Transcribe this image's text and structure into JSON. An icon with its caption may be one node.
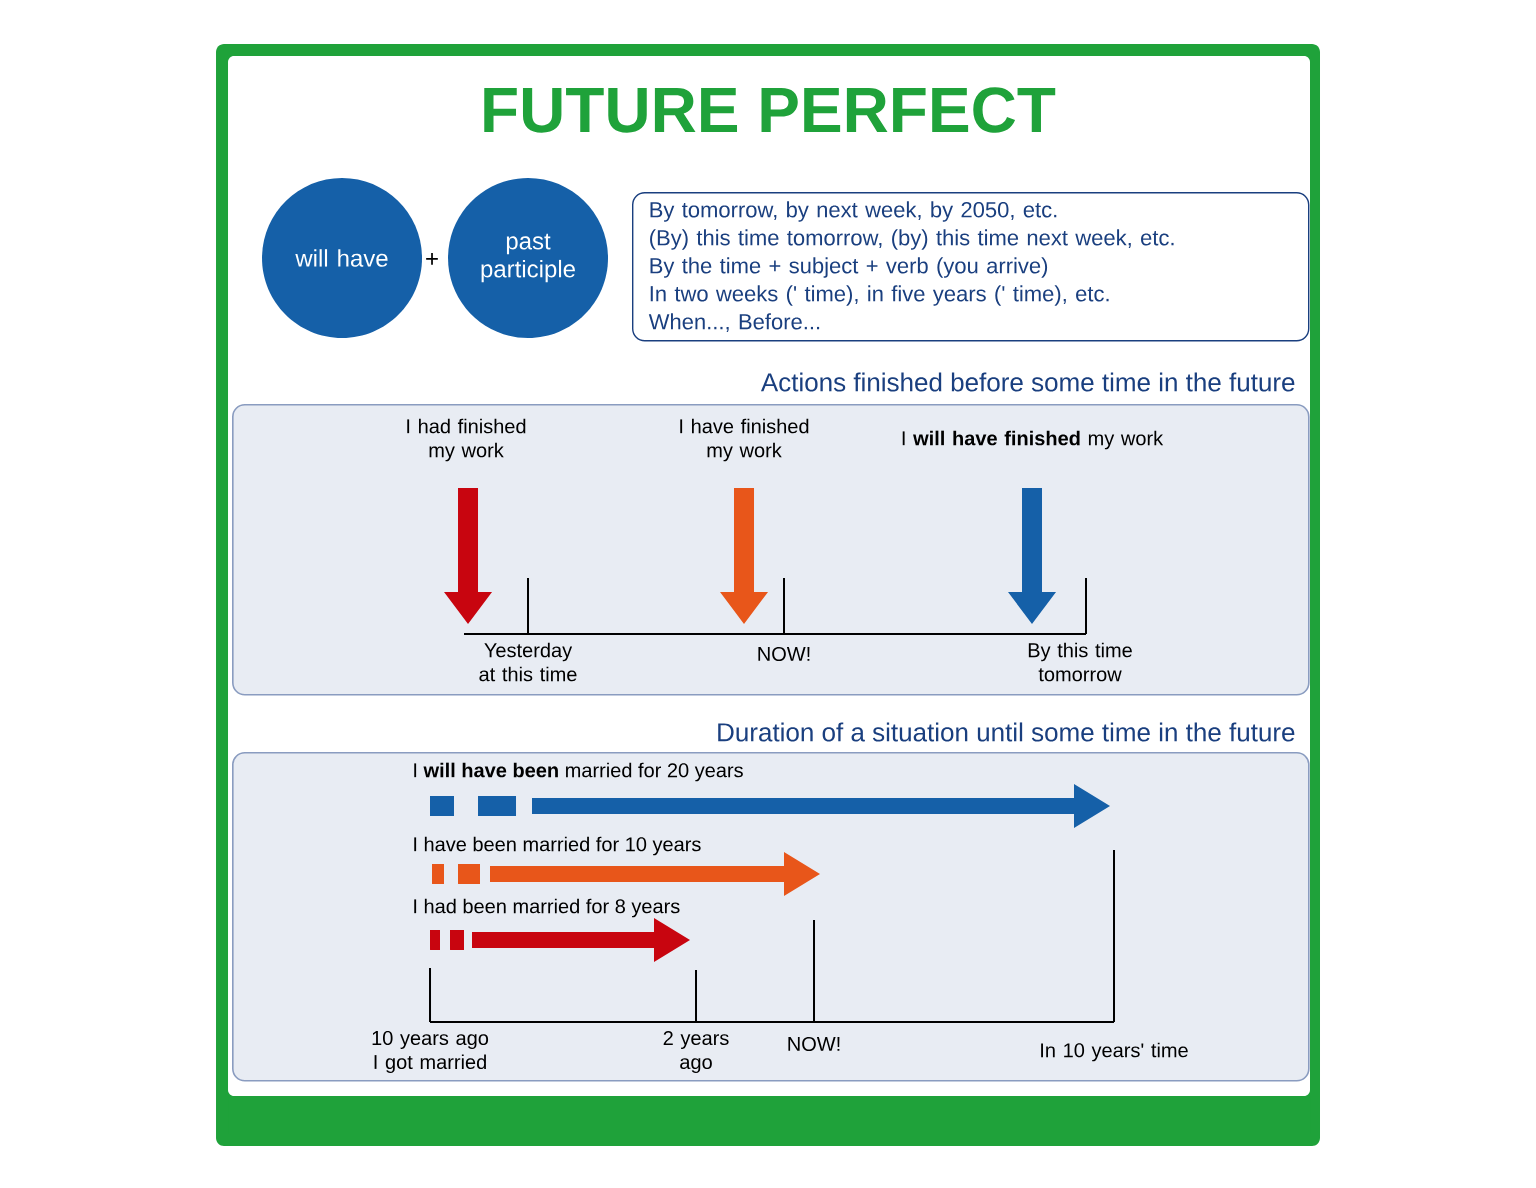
{
  "diagram": {
    "title": "FUTURE PERFECT",
    "nodes": [
      {
        "text": [
          "will have"
        ]
      },
      {
        "text": [
          "past participle"
        ]
      },
      {
        "text": [
          "By tomorrow, by next week, by 2050, etc.",
          "(By) this time tomorrow, (by) this time next week, etc.",
          "By the time + subject + verb (you arrive)",
          "In two weeks (' time), in five years (' time), etc.",
          "When..., Before..."
        ]
      },
      {
        "text": [
          "Actions finished before some time in the future"
        ]
      },
      {
        "text": [
          "Duration of a situation until some time in the future"
        ]
      }
    ],
    "labels": [
      "+",
      "I had finished my work",
      "I have finished my work",
      "I **will have finished** my work",
      "Yesterday at this time",
      "NOW!",
      "By this time tomorrow",
      "I **will have been** married for 20 years",
      "I have been married for 10 years",
      "I had been married for 8 years",
      "10 years ago I got married",
      "2 years ago",
      "NOW!",
      "In 10 years' time"
    ]
  }
}
